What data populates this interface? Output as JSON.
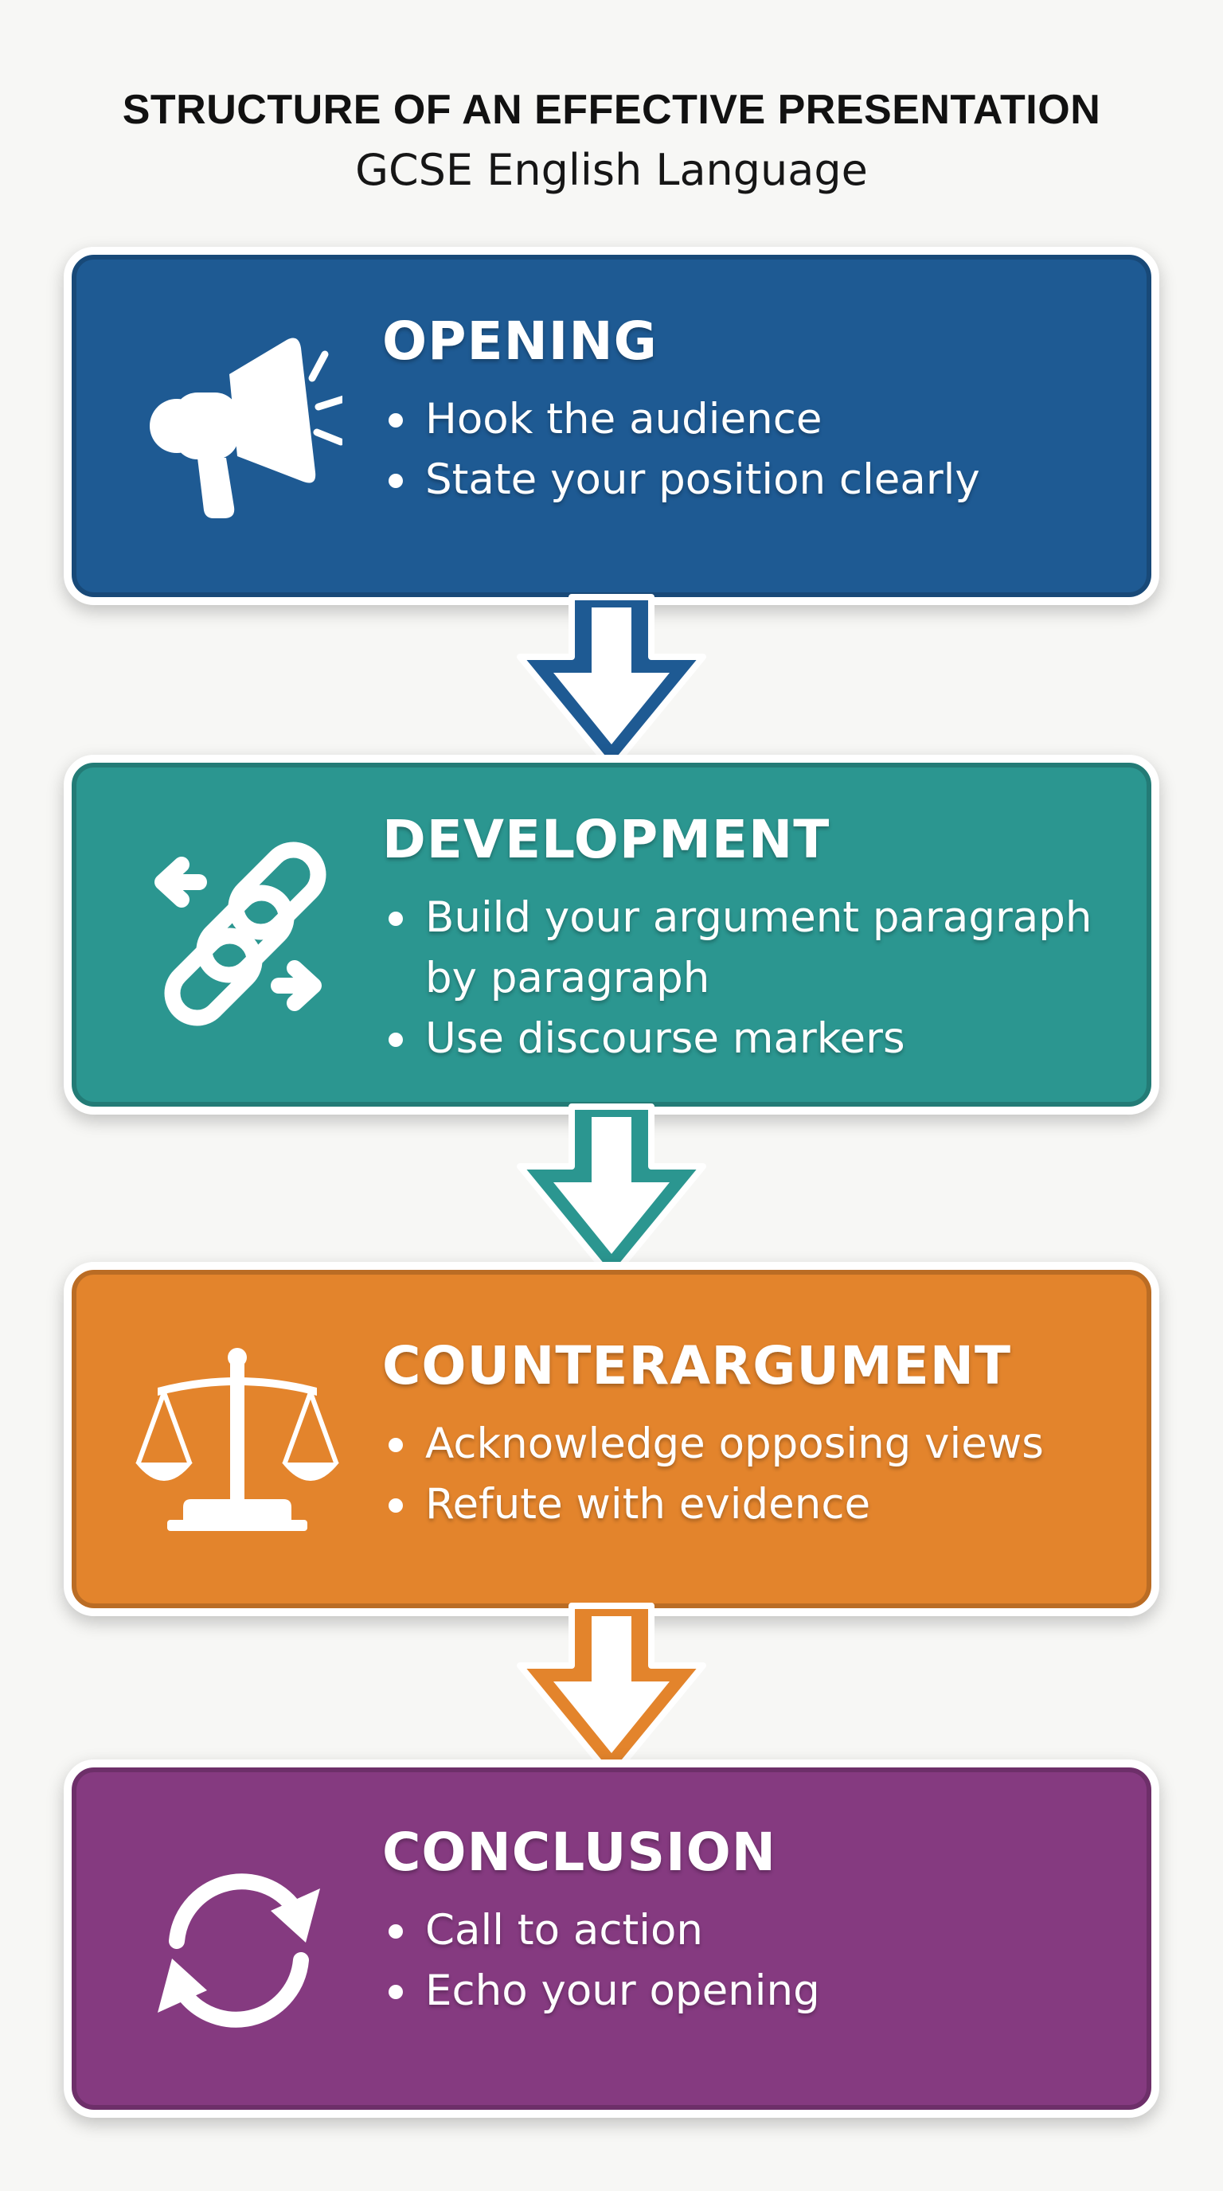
{
  "header": {
    "title": "STRUCTURE OF AN EFFECTIVE PRESENTATION",
    "subtitle": "GCSE English Language"
  },
  "stages": [
    {
      "heading": "OPENING",
      "bullets": [
        "Hook the audience",
        "State your position clearly"
      ],
      "icon": "megaphone-icon",
      "color": "#1e5a93"
    },
    {
      "heading": "DEVELOPMENT",
      "bullets": [
        "Build your argument paragraph by paragraph",
        "Use discourse markers"
      ],
      "icon": "chain-link-icon",
      "color": "#2b9690"
    },
    {
      "heading": "COUNTERARGUMENT",
      "bullets": [
        "Acknowledge opposing views",
        "Refute with evidence"
      ],
      "icon": "balance-scale-icon",
      "color": "#e3842c"
    },
    {
      "heading": "CONCLUSION",
      "bullets": [
        "Call to action",
        "Echo your opening"
      ],
      "icon": "refresh-cycle-icon",
      "color": "#853a80"
    }
  ]
}
